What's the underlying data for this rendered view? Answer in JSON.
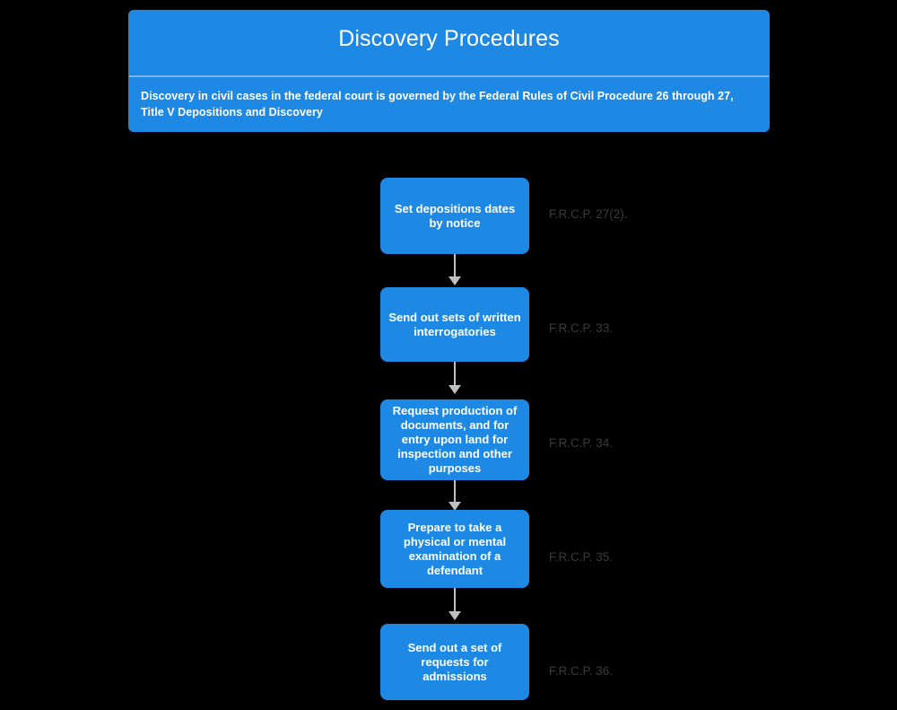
{
  "header": {
    "title": "Discovery Procedures",
    "subtitle": "Discovery in civil cases in the federal court is governed by the Federal Rules of Civil Procedure 26 through 27, Title V Depositions and Discovery",
    "accent_color": "#1e88e5",
    "divider_color": "#7fb4e8"
  },
  "flowchart": {
    "background_color": "#000000",
    "node_color": "#1e88e5",
    "node_text_color": "#ffffff",
    "connector_color": "#bfbfbf",
    "reference_label_color": "#3a3a3a",
    "nodes": [
      {
        "text": "Set depositions dates by notice",
        "reference": "F.R.C.P. 27(2)."
      },
      {
        "text": "Send out sets of written interrogatories",
        "reference": "F.R.C.P. 33."
      },
      {
        "text": "Request production of documents, and for entry upon land for inspection and other purposes",
        "reference": "F.R.C.P. 34."
      },
      {
        "text": "Prepare to take a physical or mental examination of a defendant",
        "reference": "F.R.C.P. 35."
      },
      {
        "text": "Send out a set of requests for admissions",
        "reference": "F.R.C.P. 36."
      }
    ]
  }
}
